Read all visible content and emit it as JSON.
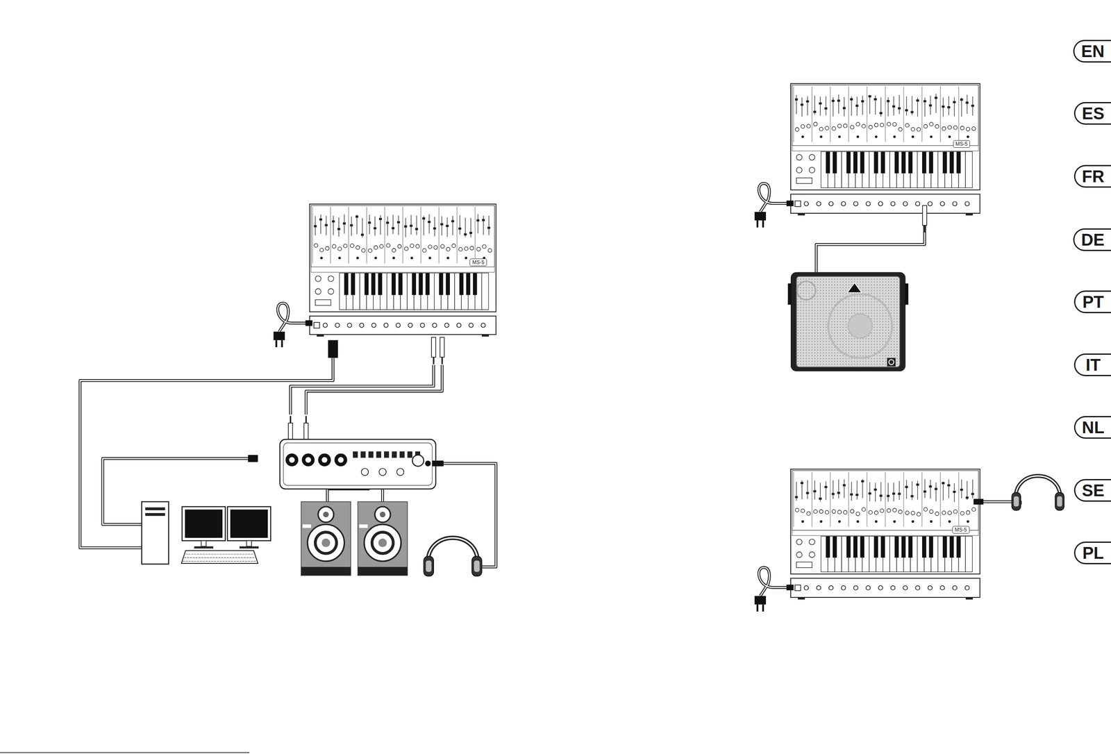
{
  "diagram": {
    "nodes": [
      {
        "text": [
          "EN"
        ]
      },
      {
        "text": [
          "ES"
        ]
      },
      {
        "text": [
          "FR"
        ]
      },
      {
        "text": [
          "DE"
        ]
      },
      {
        "text": [
          "PT"
        ]
      },
      {
        "text": [
          "IT"
        ]
      },
      {
        "text": [
          "NL"
        ]
      },
      {
        "text": [
          "SE"
        ]
      },
      {
        "text": [
          "PL"
        ]
      }
    ],
    "labels": [
      "MS-5",
      "MS-5",
      "MS-5"
    ]
  }
}
